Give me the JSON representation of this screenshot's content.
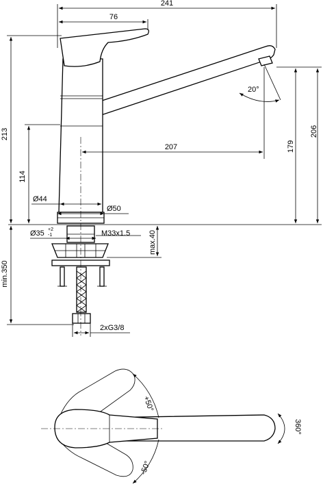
{
  "dimensions": {
    "overall_length": "241",
    "handle_length": "76",
    "total_height": "213",
    "spout_height": "206",
    "spout_under_height": "179",
    "body_lower_height": "114",
    "spout_reach": "207",
    "body_dia_top": "Ø44",
    "body_dia_base": "Ø50",
    "hole_dia": "Ø35",
    "hole_tol_plus": "+2",
    "hole_tol_minus": "-1",
    "thread": "M33x1.5",
    "max_counter_thickness": "max.40",
    "min_hose_length": "min.350",
    "connection": "2xG3/8",
    "spout_tilt": "20°",
    "lever_plus": "+50°",
    "lever_minus": "-50°",
    "spout_swivel": "360°"
  }
}
